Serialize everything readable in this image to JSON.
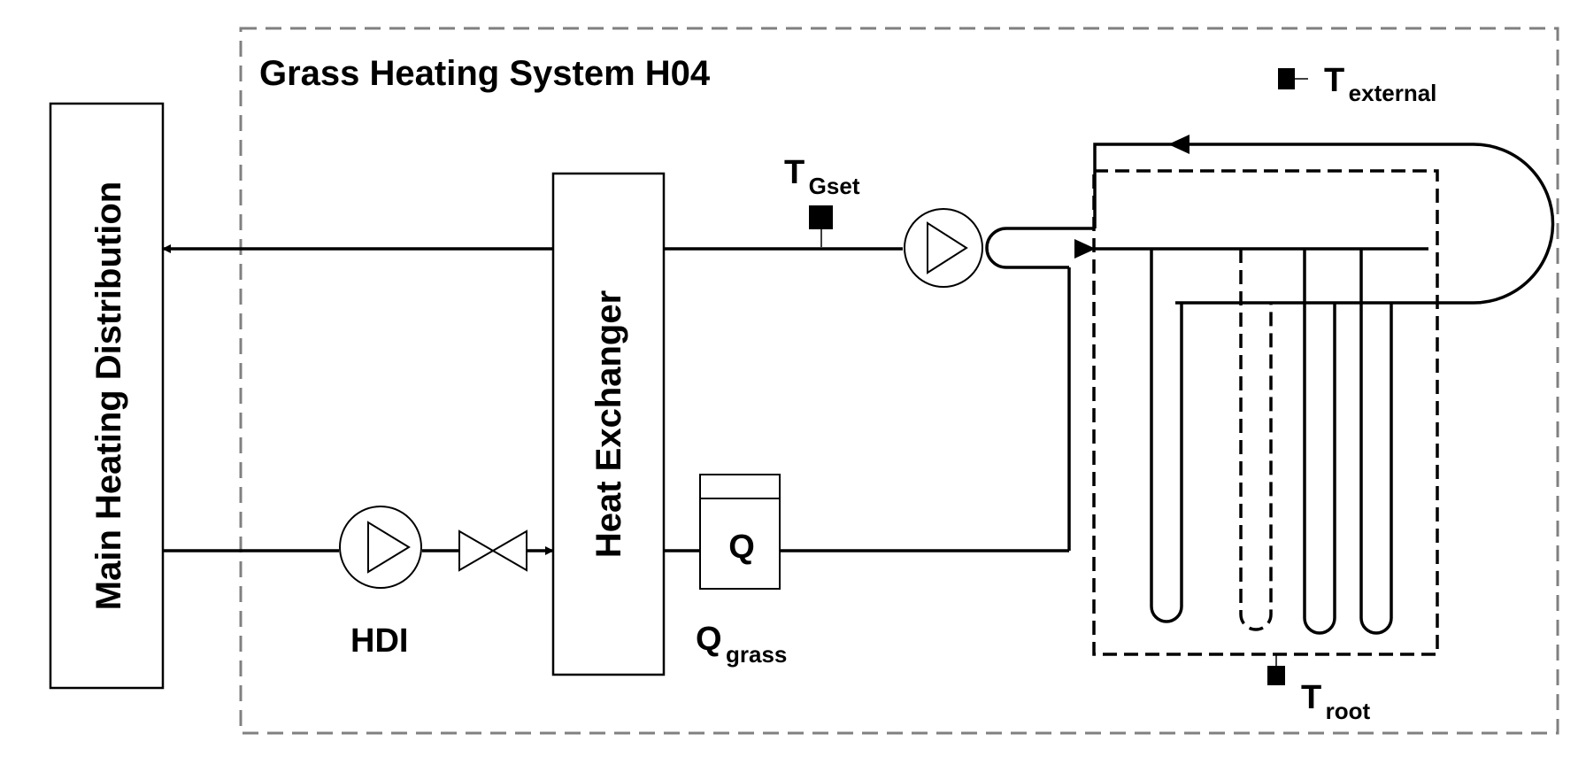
{
  "title": "Grass Heating System H04",
  "main_heating_distribution": "Main Heating Distribution",
  "heat_exchanger": "Heat Exchanger",
  "pump_label": "HDI",
  "meter_symbol": "Q",
  "meter_label": {
    "main": "Q",
    "sub": "grass"
  },
  "sensor_gset": {
    "main": "T",
    "sub": "Gset"
  },
  "sensor_external": {
    "main": "T",
    "sub": "external"
  },
  "sensor_root": {
    "main": "T",
    "sub": "root"
  },
  "colors": {
    "line": "#000000",
    "boundary": "#808080",
    "background": "#ffffff"
  }
}
